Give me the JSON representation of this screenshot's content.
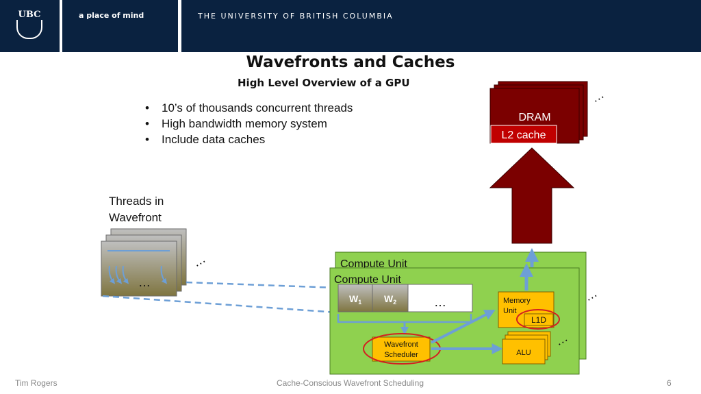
{
  "header": {
    "logo_text": "UBC",
    "tagline": "a place of mind",
    "university": "THE UNIVERSITY OF BRITISH COLUMBIA"
  },
  "slide": {
    "title": "Wavefronts and Caches",
    "subtitle": "High Level Overview of a GPU",
    "bullets": [
      "10’s of thousands concurrent threads",
      "High bandwidth memory system",
      "Include data caches"
    ],
    "threads_label_line1": "Threads in",
    "threads_label_line2": "Wavefront",
    "ellipsis": "…"
  },
  "diagram": {
    "dram_label": "DRAM",
    "l2_label": "L2 cache",
    "compute_unit_back_label": "Compute Unit",
    "compute_unit_front_label": "Compute Unit",
    "w1_label": "W",
    "w1_sub": "1",
    "w2_label": "W",
    "w2_sub": "2",
    "memory_unit_line1": "Memory",
    "memory_unit_line2": "Unit",
    "l1d_label": "L1D",
    "scheduler_line1": "Wavefront",
    "scheduler_line2": "Scheduler",
    "alu_label": "ALU",
    "colors": {
      "dram": "#7b0000",
      "compute_unit": "#8fd14f",
      "unit_yellow": "#ffc000",
      "highlight_ring": "#d42020",
      "arrow_blue": "#6d9fd6"
    }
  },
  "footer": {
    "author": "Tim Rogers",
    "talk_title": "Cache-Conscious Wavefront Scheduling",
    "page_number": "6"
  }
}
